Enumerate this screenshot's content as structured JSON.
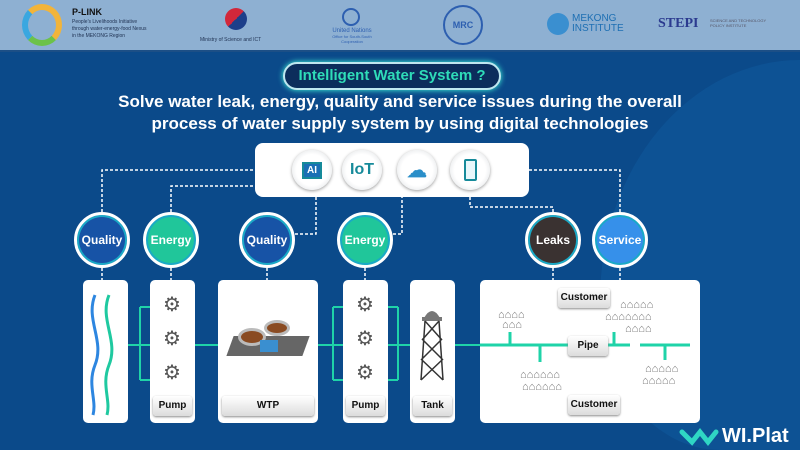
{
  "header": {
    "plink": {
      "title": "P-LINK",
      "line1": "People's Livelihoods Initiative",
      "line2": "through water-energy-food Nexus",
      "line3": "in the MEKONG Region"
    },
    "msit": "Ministry of Science and ICT",
    "un": {
      "title": "United Nations",
      "subtitle": "Office for South-South Cooperation"
    },
    "mrc": "MRC",
    "mekong": {
      "line1": "MEKONG",
      "line2": "INSTITUTE"
    },
    "stepi": {
      "mark": "STEPI",
      "text": "SCIENCE AND TECHNOLOGY POLICY INSTITUTE"
    }
  },
  "title": "Intelligent Water System ?",
  "subtitle": {
    "line1": "Solve water leak, energy, quality and service issues during the overall",
    "line2": "process of water supply system by using digital technologies"
  },
  "tech": {
    "ai": "AI",
    "iot": "IoT"
  },
  "issues": [
    "Quality",
    "Energy",
    "Quality",
    "Energy",
    "Leaks",
    "Service"
  ],
  "stages": {
    "pump1": "Pump",
    "wtp": "WTP",
    "pump2": "Pump",
    "tank": "Tank",
    "customer_top": "Customer",
    "pipe": "Pipe",
    "customer_bottom": "Customer"
  },
  "brand": "WI.Plat",
  "colors": {
    "background": "#0b4a8a",
    "quality": "#1753a6",
    "energy": "#20c69a",
    "leaks": "#3a3231",
    "service": "#3690ea",
    "pipe": "#1fd3a8"
  }
}
